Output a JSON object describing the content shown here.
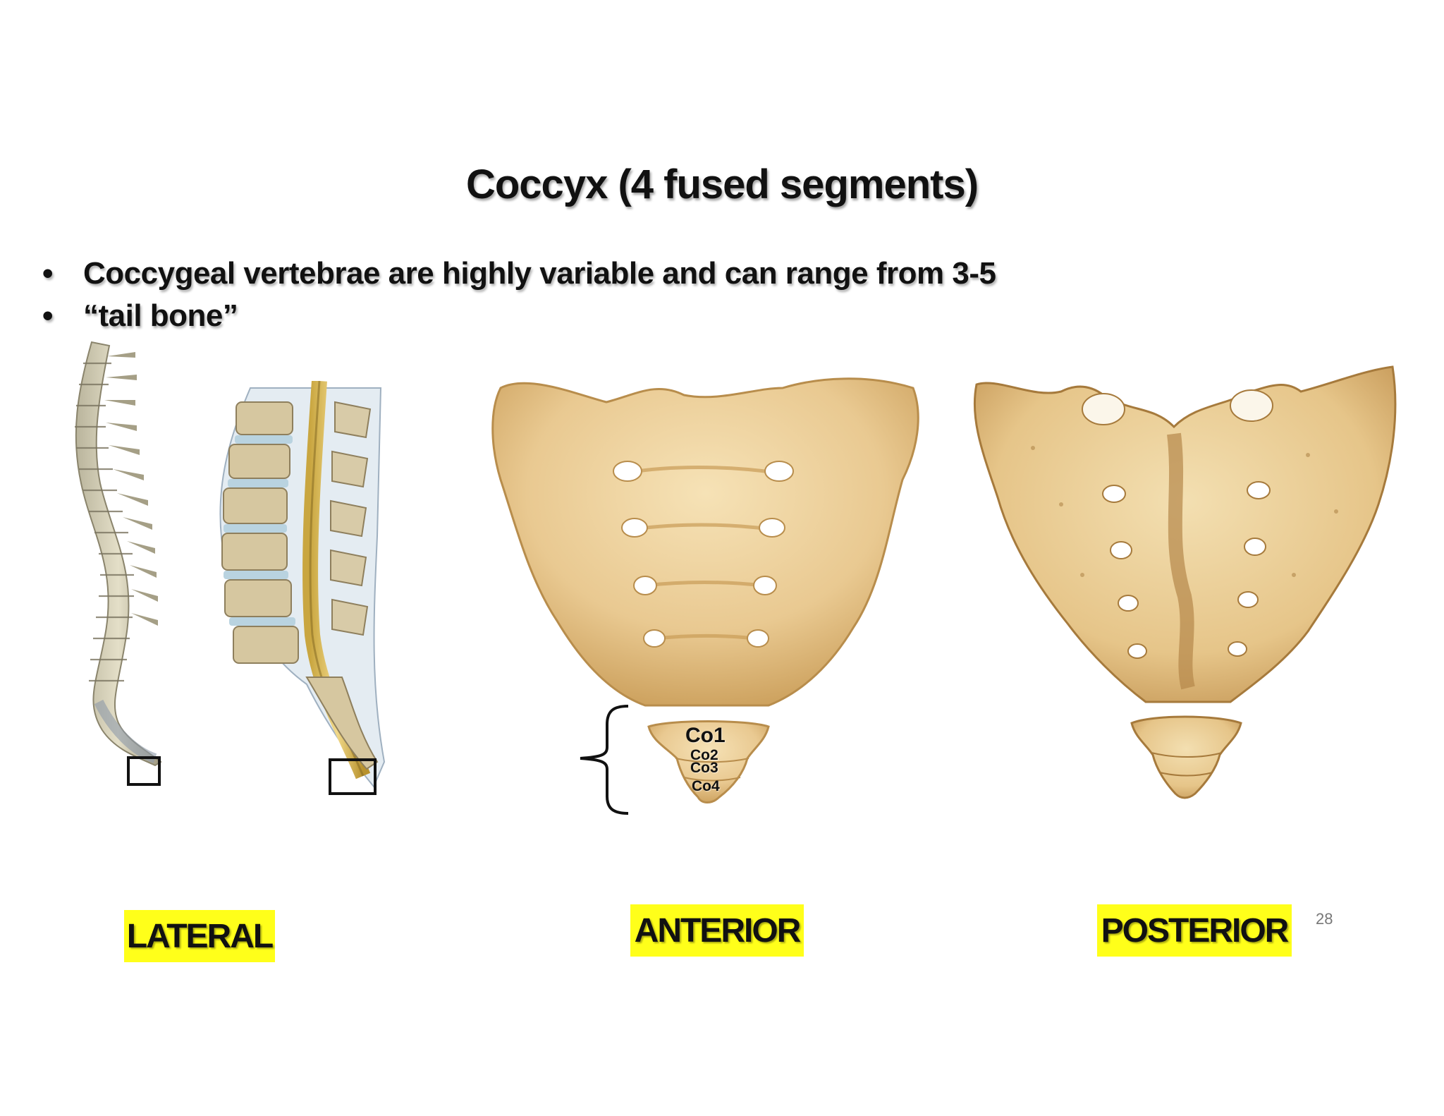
{
  "title": "Coccyx (4 fused segments)",
  "bullets": [
    "Coccygeal vertebrae are highly variable and can range from 3-5",
    "“tail bone”"
  ],
  "bullet_glyph": "•",
  "segments": [
    "Co1",
    "Co2",
    "Co3",
    "Co4"
  ],
  "view_labels": {
    "lateral": "LATERAL",
    "anterior": "ANTERIOR",
    "posterior": "POSTERIOR"
  },
  "page_number": "28",
  "colors": {
    "bone": "#e9c991",
    "bone_shadow": "#c99c57",
    "label_bg": "#ffff1a",
    "text": "#111111"
  }
}
